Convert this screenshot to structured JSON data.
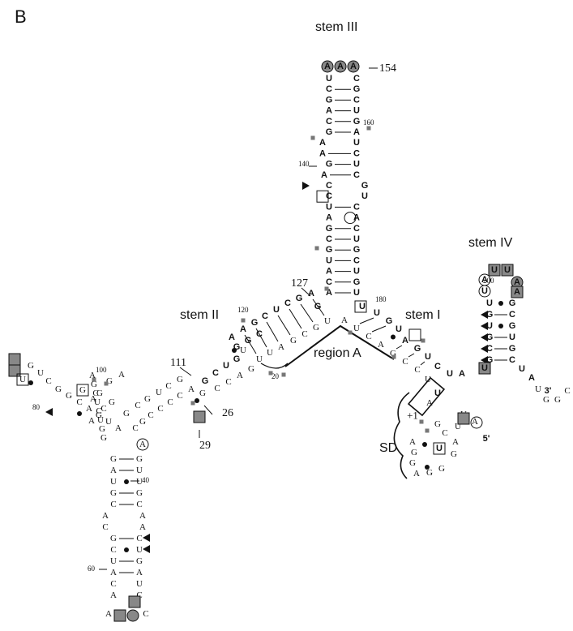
{
  "panel_label": "B",
  "labels": {
    "stem3": "stem III",
    "stem4": "stem IV",
    "stem2": "stem II",
    "stem1": "stem I",
    "regionA": "region A",
    "sd": "SD",
    "end5": "5'",
    "end3": "3'",
    "plus1": "+1"
  },
  "numbers": {
    "n154": "154",
    "n160": "160",
    "n140": "140",
    "n127": "127",
    "n180": "180",
    "n200": "200",
    "n120": "120",
    "n111": "111",
    "n100": "100",
    "n80": "80",
    "n20": "20",
    "n26": "26",
    "n29": "29",
    "n40": "40",
    "n60": "60"
  },
  "stem3": {
    "loop": [
      "A",
      "A",
      "A"
    ],
    "left": [
      "U",
      "C",
      "G",
      "A",
      "C",
      "G",
      "A",
      "A",
      "G",
      "A",
      "C",
      "C",
      "U",
      "A",
      "G",
      "C",
      "G",
      "U",
      "A",
      "C",
      "A"
    ],
    "right": [
      "C",
      "G",
      "C",
      "U",
      "G",
      "A",
      "U",
      "C",
      "U",
      "C",
      "G",
      "U",
      "C",
      "A",
      "C",
      "U",
      "G",
      "C",
      "U",
      "G",
      "U"
    ]
  },
  "stem4": {
    "loop": [
      "U",
      "U",
      "A",
      "A",
      "A",
      "U"
    ],
    "left": [
      "U",
      "G",
      "U",
      "G",
      "C",
      "G"
    ],
    "right": [
      "G",
      "C",
      "G",
      "U",
      "G",
      "C"
    ],
    "tail": [
      "U",
      "A",
      "U",
      "G",
      "G",
      "C"
    ]
  },
  "stem1": {
    "top": [
      "U",
      "U",
      "G",
      "U",
      "A",
      "G",
      "U",
      "C"
    ],
    "bottom": [
      "A",
      "U",
      "C",
      "A",
      "G",
      "C",
      "C",
      "U"
    ],
    "ua": [
      "U",
      "A"
    ]
  },
  "sd_region": {
    "seq": [
      "A",
      "G",
      "G",
      "A",
      "G",
      "G",
      "G",
      "A",
      "U",
      "G",
      "C",
      "U",
      "A"
    ]
  },
  "stem2": {
    "upper": [
      "A",
      "G",
      "C",
      "U",
      "C",
      "G",
      "A",
      "G",
      "C",
      "G",
      "G"
    ],
    "lower": [
      "U",
      "U",
      "A",
      "G",
      "C",
      "G",
      "U",
      "G",
      "A",
      "C",
      "C"
    ]
  },
  "branch_left": {
    "seq": [
      "G",
      "U",
      "C",
      "G",
      "G",
      "C",
      "A",
      "G",
      "U",
      "A",
      "G",
      "C",
      "G",
      "U",
      "C",
      "G",
      "A",
      "G"
    ]
  },
  "stem_down": {
    "left": [
      "G",
      "A",
      "U",
      "G",
      "C",
      "A",
      "C",
      "G",
      "C",
      "U",
      "A",
      "C",
      "A"
    ],
    "right": [
      "G",
      "U",
      "U",
      "G",
      "C",
      "A",
      "A",
      "C",
      "U",
      "G",
      "A",
      "U",
      "C"
    ]
  },
  "stem_down2": {
    "left": [
      "G",
      "G",
      "U",
      "C",
      "U",
      "C",
      "G",
      "A"
    ],
    "right": [
      "C",
      "C",
      "C",
      "G",
      "C",
      "C",
      "A",
      "A"
    ]
  }
}
